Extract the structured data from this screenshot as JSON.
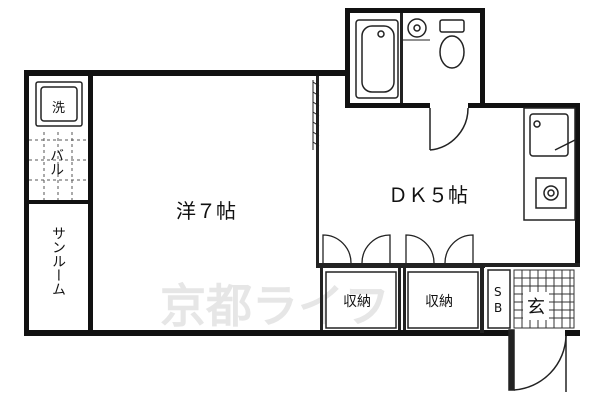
{
  "rooms": {
    "western": "洋７帖",
    "dk": "ＤＫ５帖",
    "storage_left": "収納",
    "storage_right": "収納",
    "sb_s": "S",
    "sb_b": "B",
    "entrance": "玄",
    "washer": "洗",
    "balcony": "バル",
    "sunroom": "サンルーム"
  },
  "watermark": "京都ライフ",
  "colors": {
    "wall": "#111111",
    "line": "#222222",
    "tile": "#333333",
    "background": "#ffffff",
    "watermark": "#e6e6e6"
  }
}
